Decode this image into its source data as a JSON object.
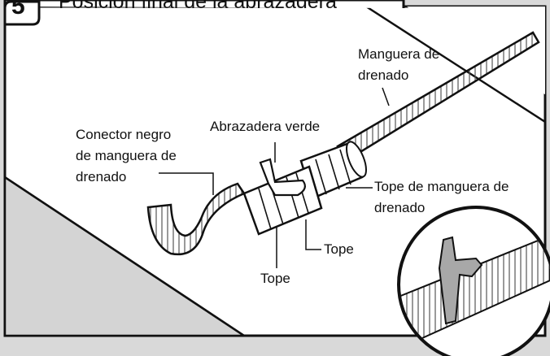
{
  "header": {
    "step_number": "5",
    "title": "Posición final de la abrazadera"
  },
  "labels": {
    "hose": [
      "Manguera de",
      "drenado"
    ],
    "connector": [
      "Conector  negro",
      "de manguera de",
      "drenado"
    ],
    "clamp": "Abrazadera verde",
    "hose_stop": [
      "Tope de manguera de",
      "drenado"
    ],
    "stop_right": "Tope",
    "stop_bottom": "Tope"
  },
  "colors": {
    "line": "#111111",
    "panel_gray": "#d9d9d9",
    "clamp_gray": "#a8a8a8",
    "background": "#ffffff"
  },
  "icons": {
    "hose": "corrugated-hose-illustration",
    "clamp": "hose-clamp-illustration",
    "detail": "magnified-detail-circle"
  }
}
